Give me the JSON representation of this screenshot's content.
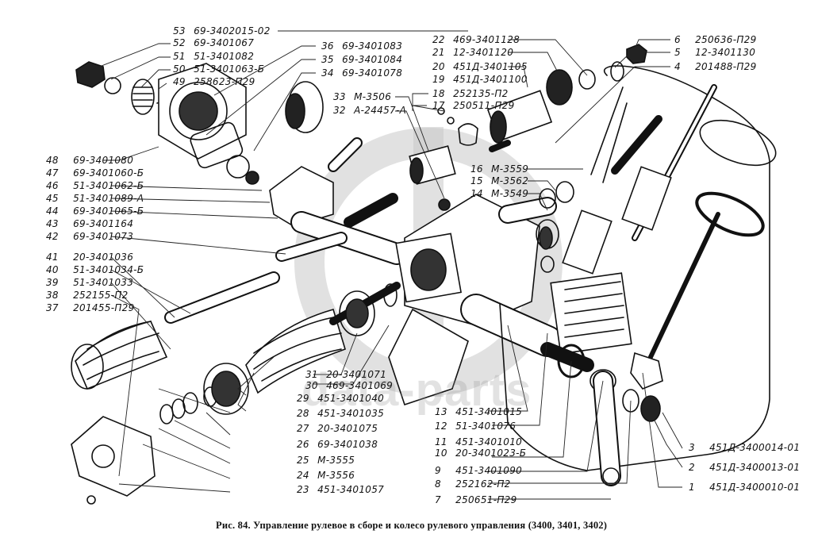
{
  "diagram": {
    "type": "exploded parts diagram",
    "caption": "Рис. 84. Управление рулевое в сборе и колесо рулевого управления (3400, 3401, 3402)",
    "watermark": {
      "logo": "dp",
      "text": "data-parts"
    }
  },
  "parts": [
    {
      "num": "1",
      "code": "451Д-3400010-01"
    },
    {
      "num": "2",
      "code": "451Д-3400013-01"
    },
    {
      "num": "3",
      "code": "451Д-3400014-01"
    },
    {
      "num": "4",
      "code": "201488-П29"
    },
    {
      "num": "5",
      "code": "12-3401130"
    },
    {
      "num": "6",
      "code": "250636-П29"
    },
    {
      "num": "7",
      "code": "250651-П29"
    },
    {
      "num": "8",
      "code": "252162-П2"
    },
    {
      "num": "9",
      "code": "451-3401090"
    },
    {
      "num": "10",
      "code": "20-3401023-Б"
    },
    {
      "num": "11",
      "code": "451-3401010"
    },
    {
      "num": "12",
      "code": "51-3401076"
    },
    {
      "num": "13",
      "code": "451-3401015"
    },
    {
      "num": "14",
      "code": "М-3549"
    },
    {
      "num": "15",
      "code": "М-3562"
    },
    {
      "num": "16",
      "code": "М-3559"
    },
    {
      "num": "17",
      "code": "250511-П29"
    },
    {
      "num": "18",
      "code": "252135-П2"
    },
    {
      "num": "19",
      "code": "451Д-3401100"
    },
    {
      "num": "20",
      "code": "451Д-3401105"
    },
    {
      "num": "21",
      "code": "12-3401120"
    },
    {
      "num": "22",
      "code": "469-3401128"
    },
    {
      "num": "23",
      "code": "451-3401057"
    },
    {
      "num": "24",
      "code": "М-3556"
    },
    {
      "num": "25",
      "code": "М-3555"
    },
    {
      "num": "26",
      "code": "69-3401038"
    },
    {
      "num": "27",
      "code": "20-3401075"
    },
    {
      "num": "28",
      "code": "451-3401035"
    },
    {
      "num": "29",
      "code": "451-3401040"
    },
    {
      "num": "30",
      "code": "469-3401069"
    },
    {
      "num": "31",
      "code": "20-3401071"
    },
    {
      "num": "32",
      "code": "А-24457-А"
    },
    {
      "num": "33",
      "code": "М-3506"
    },
    {
      "num": "34",
      "code": "69-3401078"
    },
    {
      "num": "35",
      "code": "69-3401084"
    },
    {
      "num": "36",
      "code": "69-3401083"
    },
    {
      "num": "37",
      "code": "201455-П29"
    },
    {
      "num": "38",
      "code": "252155-П2"
    },
    {
      "num": "39",
      "code": "51-3401033"
    },
    {
      "num": "40",
      "code": "51-3401034-Б"
    },
    {
      "num": "41",
      "code": "20-3401036"
    },
    {
      "num": "42",
      "code": "69-3401073"
    },
    {
      "num": "43",
      "code": "69-3401164"
    },
    {
      "num": "44",
      "code": "69-3401065-Б"
    },
    {
      "num": "45",
      "code": "51-3401089-А"
    },
    {
      "num": "46",
      "code": "51-3401062-Б"
    },
    {
      "num": "47",
      "code": "69-3401060-Б"
    },
    {
      "num": "48",
      "code": "69-3401080"
    },
    {
      "num": "49",
      "code": "258623-П29"
    },
    {
      "num": "50",
      "code": "51-3401063-Б"
    },
    {
      "num": "51",
      "code": "51-3401082"
    },
    {
      "num": "52",
      "code": "69-3401067"
    },
    {
      "num": "53",
      "code": "69-3402015-02"
    }
  ]
}
